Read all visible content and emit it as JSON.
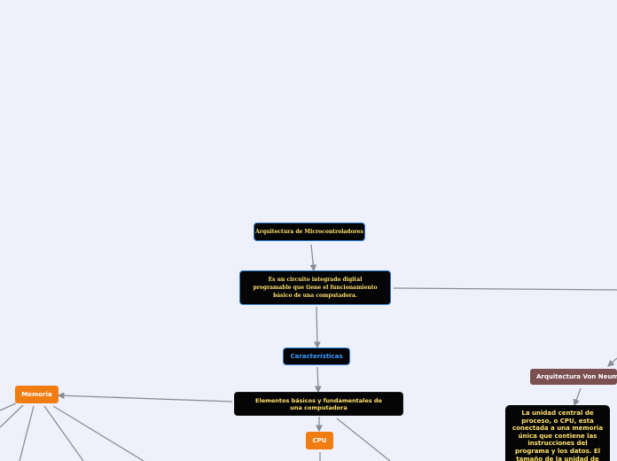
{
  "nodes": {
    "title": "Arquitectura de Microcontroladores",
    "definition": "Es un circuito integrado digital programable que tiene el funcionamiento básico de una computadora.",
    "caracteristicas": "Características",
    "elementos": "Elementos básicos y fundamentales de una computadora",
    "memoria": "Memoria",
    "cpu": "CPU",
    "von_neumann": "Arquitectura Von Neumann",
    "cpu_description": "La unidad central de proceso, o CPU, esta conectada a una memoria única que contiene las instrucciones del programa y los datos. El tamaño de la unidad de"
  },
  "colors": {
    "background": "#eef1fb",
    "node_dark": "#050505",
    "border_blue": "#2f7fd6",
    "text_yellow": "#ffe36b",
    "text_blue": "#3a9bff",
    "orange": "#f07c12",
    "brown": "#7a5050",
    "connector": "#8a8d96"
  }
}
